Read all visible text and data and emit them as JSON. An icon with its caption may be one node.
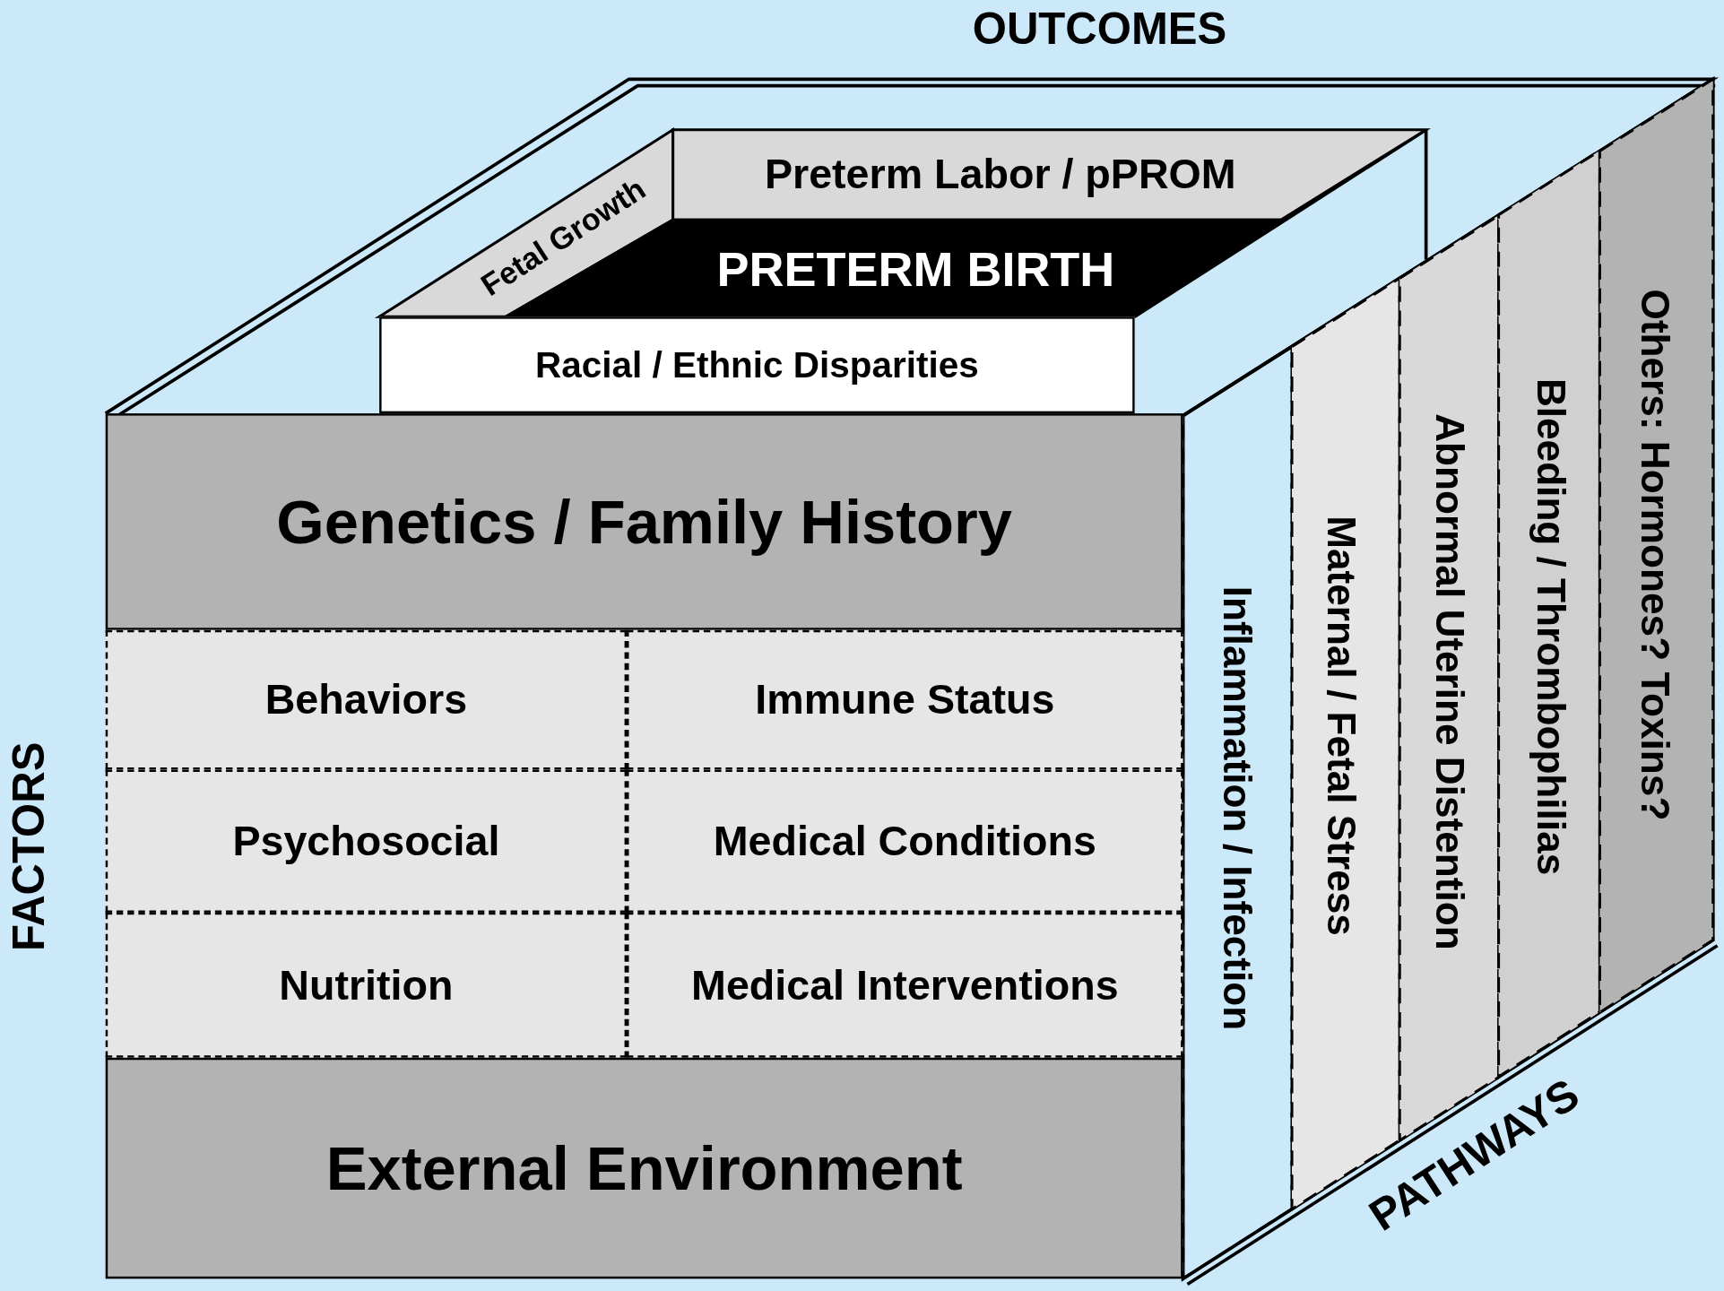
{
  "diagram": {
    "nodes": [
      {
        "text": [
          "Preterm Labor / pPROM"
        ]
      },
      {
        "text": [
          "Fetal Growth"
        ]
      },
      {
        "text": [
          "PRETERM BIRTH"
        ]
      },
      {
        "text": [
          "Racial / Ethnic Disparities"
        ]
      },
      {
        "text": [
          "Genetics / Family History"
        ]
      },
      {
        "text": [
          "Behaviors"
        ]
      },
      {
        "text": [
          "Immune Status"
        ]
      },
      {
        "text": [
          "Psychosocial"
        ]
      },
      {
        "text": [
          "Medical Conditions"
        ]
      },
      {
        "text": [
          "Nutrition"
        ]
      },
      {
        "text": [
          "Medical Interventions"
        ]
      },
      {
        "text": [
          "External Environment"
        ]
      },
      {
        "text": [
          "Inflammation / Infection"
        ]
      },
      {
        "text": [
          "Maternal / Fetal Stress"
        ]
      },
      {
        "text": [
          "Abnormal Uterine Distention"
        ]
      },
      {
        "text": [
          "Bleeding / Thrombophilias"
        ]
      },
      {
        "text": [
          "Others:  Hormones? Toxins?"
        ]
      }
    ],
    "labels": [
      "OUTCOMES",
      "FACTORS",
      "PATHWAYS"
    ]
  }
}
